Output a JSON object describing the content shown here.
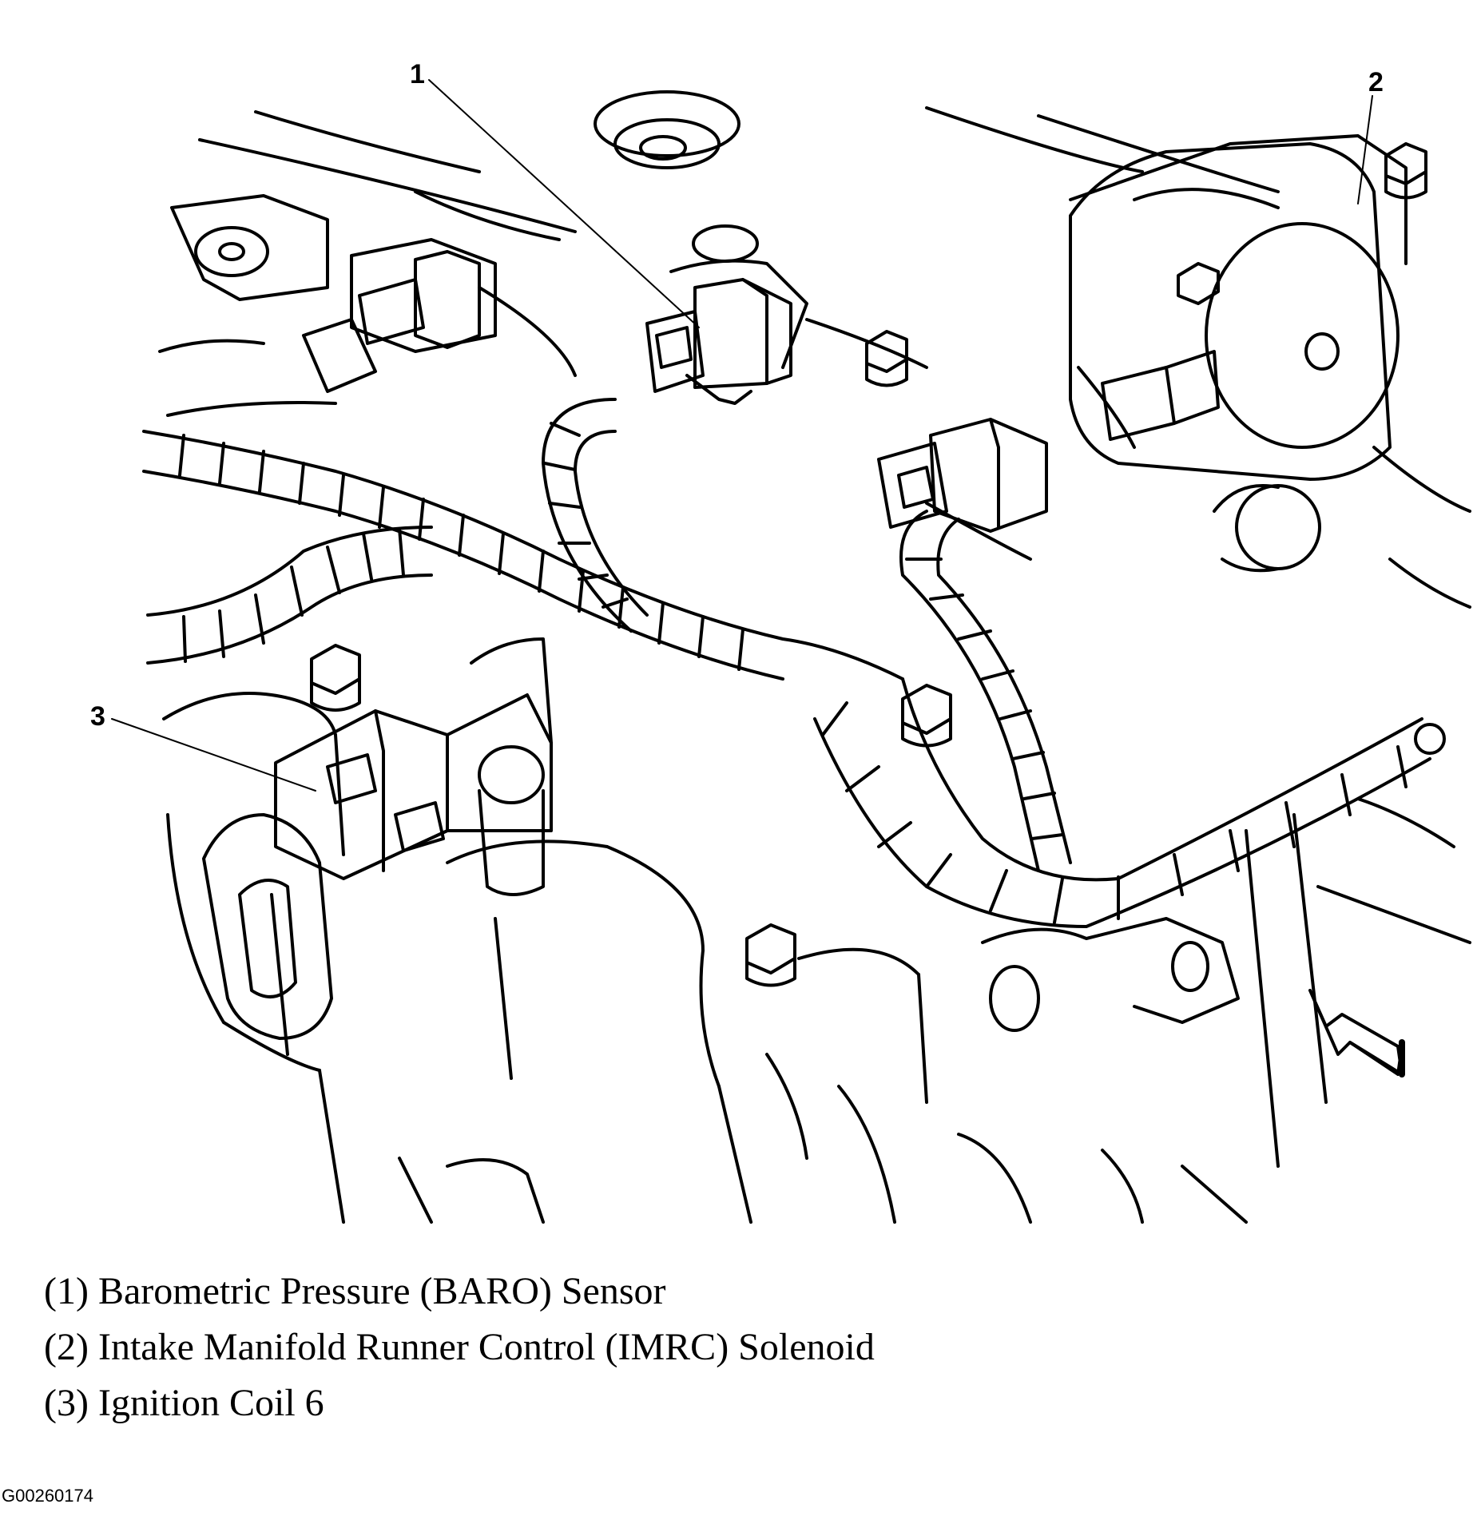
{
  "callouts": [
    {
      "number": "1",
      "label": "Barometric Pressure (BARO) Sensor"
    },
    {
      "number": "2",
      "label": "Intake Manifold Runner Control (IMRC) Solenoid"
    },
    {
      "number": "3",
      "label": "Ignition Coil 6"
    }
  ],
  "legend": {
    "item1": "(1) Barometric Pressure (BARO) Sensor",
    "item2": "(2) Intake Manifold Runner Control (IMRC) Solenoid",
    "item3": "(3) Ignition Coil 6"
  },
  "figure_id": "G00260174"
}
